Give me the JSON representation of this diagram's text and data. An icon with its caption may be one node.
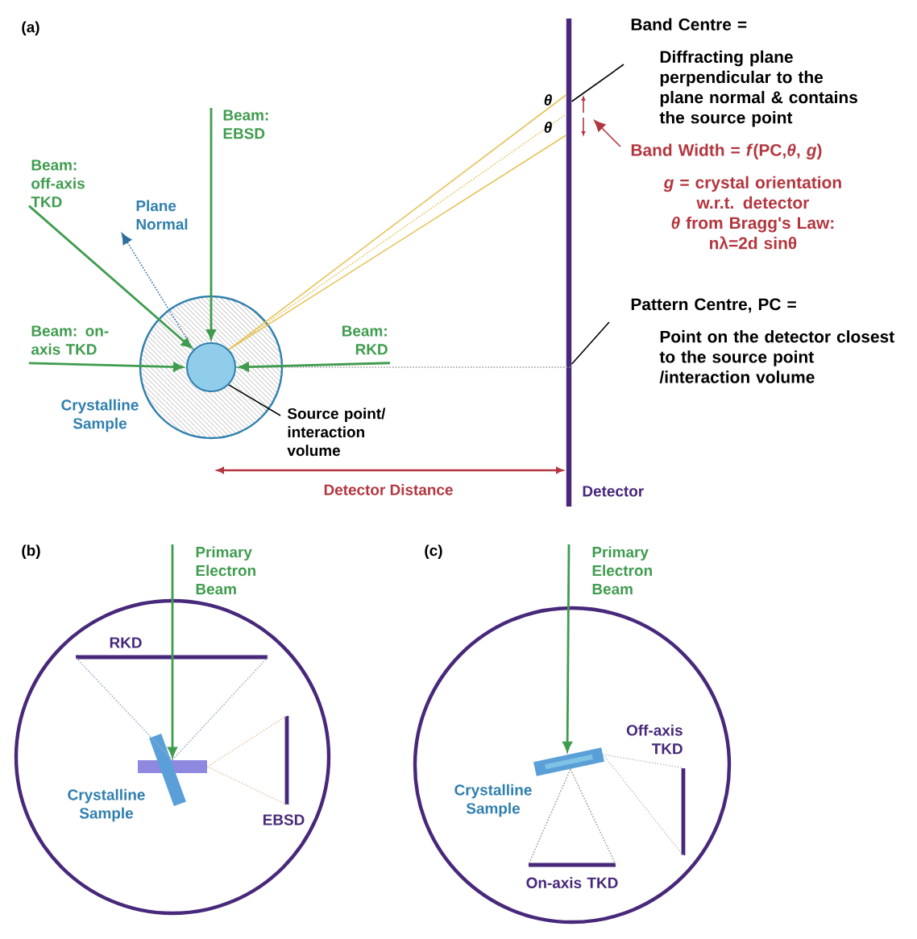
{
  "diagram": {
    "nodes": [
      {
        "text": [
          "Crystalline Sample"
        ]
      },
      {
        "text": [],
        "shape": "circle",
        "in": 0
      },
      {
        "text": [
          "Source point/ interaction volume"
        ]
      },
      {
        "text": [
          "Beam: EBSD"
        ]
      },
      {
        "text": [
          "Beam: off-axis TKD"
        ]
      },
      {
        "text": [
          "Beam: on-axis TKD"
        ]
      },
      {
        "text": [
          "Beam: RKD"
        ]
      },
      {
        "text": [
          "Plane Normal"
        ]
      },
      {
        "text": [
          "Detector"
        ]
      },
      {
        "text": [
          "Band Centre =",
          "Diffracting plane perpendicular to the plane normal & contains the source point"
        ]
      },
      {
        "text": [
          "Band Width = *f*(PC,*θ*, *g*)",
          "*g* = crystal orientation w.r.t. detector",
          "*θ* from Bragg's Law: nλ=2d sinθ"
        ]
      },
      {
        "text": [
          "Pattern Centre, PC =",
          "Point on the detector closest to the source point /interaction volume"
        ]
      },
      {
        "text": [],
        "shape": "circle"
      },
      {
        "text": [
          "Primary Electron Beam"
        ]
      },
      {
        "text": [
          "Crystalline Sample"
        ],
        "in": 12
      },
      {
        "text": [
          "RKD"
        ],
        "in": 12
      },
      {
        "text": [
          "EBSD"
        ],
        "in": 12
      },
      {
        "text": [],
        "shape": "circle"
      },
      {
        "text": [
          "Primary Electron Beam"
        ]
      },
      {
        "text": [
          "Crystalline Sample"
        ],
        "in": 17
      },
      {
        "text": [
          "Off-axis TKD"
        ],
        "in": 17
      },
      {
        "text": [
          "On-axis TKD"
        ],
        "in": 17
      }
    ],
    "edges": [
      {
        "from": 3,
        "to": 1,
        "arrow": "to",
        "color": "#3f9c4e"
      },
      {
        "from": 4,
        "to": 1,
        "arrow": "to",
        "color": "#3f9c4e"
      },
      {
        "from": 5,
        "to": 1,
        "arrow": "to",
        "color": "#3f9c4e"
      },
      {
        "from": 6,
        "to": 1,
        "arrow": "to",
        "color": "#3f9c4e"
      },
      {
        "from": 1,
        "to": 7,
        "arrow": "to",
        "style": "dashed",
        "color": "#2f6f9e"
      },
      {
        "from": 2,
        "to": 1,
        "arrow": "none",
        "color": "#000000"
      },
      {
        "from": 1,
        "to": 8,
        "arrow": "none",
        "color": "#e6c35a"
      },
      {
        "from": 1,
        "to": 8,
        "arrow": "none",
        "style": "dashed",
        "color": "#e6c35a"
      },
      {
        "from": 1,
        "to": 8,
        "arrow": "none",
        "color": "#e6c35a"
      },
      {
        "from": 1,
        "to": 8,
        "arrow": "none",
        "style": "dashed",
        "color": "#9a9a9a"
      },
      {
        "from": 9,
        "to": 8,
        "arrow": "none",
        "color": "#000000"
      },
      {
        "from": 10,
        "to": null,
        "arrow": "to",
        "color": "#b3363f"
      },
      {
        "from": 11,
        "to": 8,
        "arrow": "none",
        "color": "#000000"
      },
      {
        "from": 13,
        "to": 14,
        "arrow": "to",
        "color": "#3f9c4e"
      },
      {
        "from": 14,
        "to": 15,
        "arrow": "none",
        "style": "dashed",
        "color": "#9ab0c8"
      },
      {
        "from": 14,
        "to": 15,
        "arrow": "none",
        "style": "dashed",
        "color": "#9ab0c8"
      },
      {
        "from": 14,
        "to": 16,
        "arrow": "none",
        "style": "dashed",
        "color": "#e8c9a8"
      },
      {
        "from": 14,
        "to": 16,
        "arrow": "none",
        "style": "dashed",
        "color": "#e8c9a8"
      },
      {
        "from": 18,
        "to": 19,
        "arrow": "to",
        "color": "#3f9c4e"
      },
      {
        "from": 19,
        "to": 21,
        "arrow": "none",
        "style": "dashed",
        "color": "#a0a0a0"
      },
      {
        "from": 19,
        "to": 21,
        "arrow": "none",
        "style": "dashed",
        "color": "#a0a0a0"
      },
      {
        "from": 19,
        "to": 20,
        "arrow": "none",
        "style": "dashed",
        "color": "#c8c8c8"
      },
      {
        "from": 19,
        "to": 20,
        "arrow": "none",
        "style": "dashed",
        "color": "#c8c8c8"
      }
    ],
    "labels": [
      "(a)",
      "θ",
      "θ",
      "Detector Distance",
      "(b)",
      "(c)"
    ]
  }
}
